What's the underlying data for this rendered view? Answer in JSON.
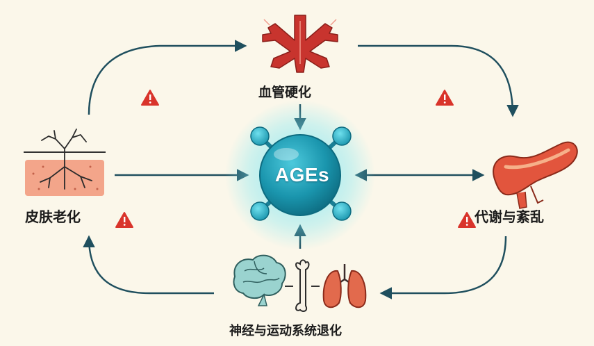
{
  "center": {
    "label": "AGEs"
  },
  "nodes": {
    "vessel": {
      "label": "血管硬化",
      "icon": "blood-vessel-icon"
    },
    "skin": {
      "label": "皮肤老化",
      "icon": "aging-skin-icon"
    },
    "metabolic": {
      "label": "代谢与紊乱",
      "icon": "pancreas-icon"
    },
    "neuro": {
      "label": "神经与运动系统退化",
      "icons": [
        "brain-icon",
        "bone-icon",
        "lungs-icon"
      ]
    }
  },
  "warning_icon": "warning-triangle-icon",
  "colors": {
    "background": "#fbf7ea",
    "arrow": "#1f4f5e",
    "center": "#1a95ad",
    "glow": "#7fe7f2",
    "warning": "#d9342b",
    "vessel": "#c8342e",
    "skin": "#f3a58a",
    "brain": "#9ad3cf",
    "lungs": "#e26a4d"
  }
}
